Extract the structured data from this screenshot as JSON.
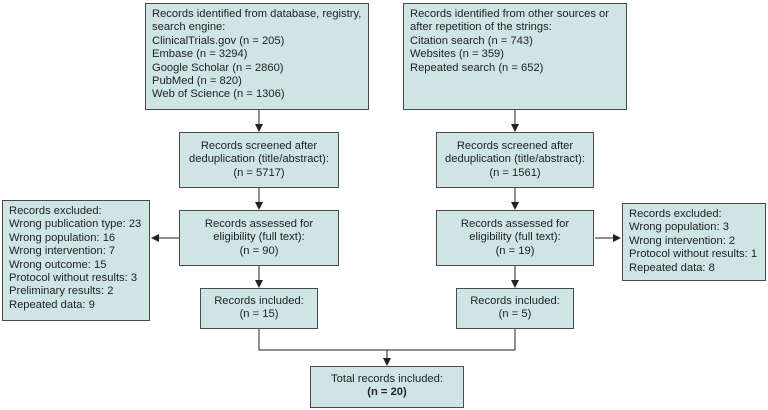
{
  "left_column": {
    "identification": [
      "Records identified from database, registry,",
      "search engine:",
      "ClinicalTrials.gov (n = 205)",
      "Embase (n = 3294)",
      "Google Scholar (n = 2860)",
      "PubMed (n = 820)",
      "Web of Science (n = 1306)"
    ],
    "screened": [
      "Records screened after",
      "deduplication (title/abstract):",
      "(n = 5717)"
    ],
    "assessed": [
      "Records assessed for",
      "eligibility (full text):",
      "(n = 90)"
    ],
    "excluded": [
      "Records excluded:",
      "Wrong publication type: 23",
      "Wrong population: 16",
      "Wrong intervention: 7",
      "Wrong outcome: 15",
      "Protocol without results: 3",
      "Preliminary results: 2",
      "Repeated data: 9"
    ],
    "included": [
      "Records included:",
      "(n = 15)"
    ]
  },
  "right_column": {
    "identification": [
      "Records identified from other sources or",
      "after repetition of the strings:",
      "Citation search (n = 743)",
      "Websites (n = 359)",
      "Repeated search (n = 652)"
    ],
    "screened": [
      "Records screened after",
      "deduplication (title/abstract):",
      "(n = 1561)"
    ],
    "assessed": [
      "Records assessed for",
      "eligibility (full text):",
      "(n = 19)"
    ],
    "excluded": [
      "Records excluded:",
      "Wrong population: 3",
      "Wrong intervention: 2",
      "Protocol without results: 1",
      "Repeated data: 8"
    ],
    "included": [
      "Records included:",
      "(n = 5)"
    ]
  },
  "total": [
    "Total records included:",
    "(n = 20)"
  ],
  "colors": {
    "box_fill": "#cfe4e4",
    "border": "#4a4a4a",
    "arrow": "#222222"
  }
}
